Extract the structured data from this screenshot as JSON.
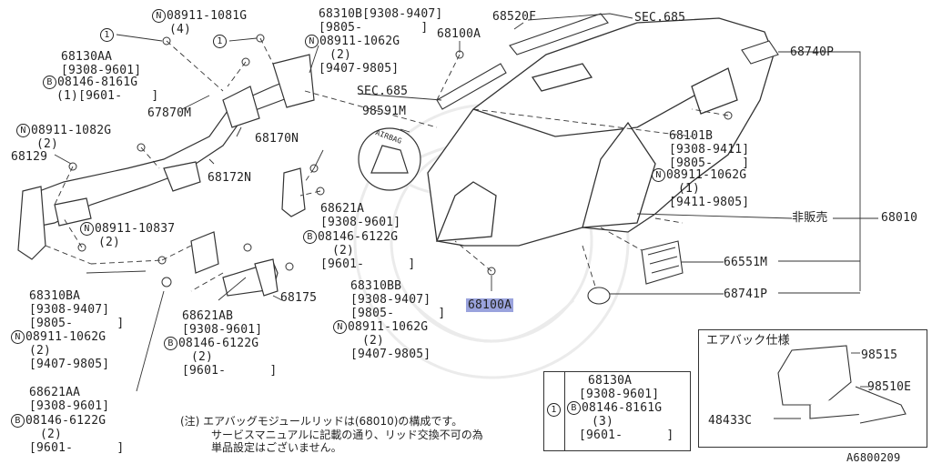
{
  "labels": {
    "l1_08911_1081G": "08911-1081G",
    "l1_qty4": "(4)",
    "l_68310B": "68310B[9308-9407]",
    "l_68310B_b": "[9805-        ]",
    "l_68310B_c": "08911-1062G",
    "l_68310B_d": "(2)",
    "l_68310B_e": "[9407-9805]",
    "l_68520F": "68520F",
    "l_sec685_top": "SEC.685",
    "l_68100A_top": "68100A",
    "l_68740P": "68740P",
    "l_68130AA": "68130AA",
    "l_68130AA_b": "[9308-9601]",
    "l_68130AA_c": "08146-8161G",
    "l_68130AA_d": "(1)[9601-    ]",
    "l_67870M": "67870M",
    "l_sec685_mid": "SEC.685",
    "l_98591M": "98591M",
    "l_airbag_text": "AIRBAG",
    "l_08911_1082G": "08911-1082G",
    "l_08911_1082G_b": "(2)",
    "l_68129": "68129",
    "l_68170N": "68170N",
    "l_68172N": "68172N",
    "l_68101B": "68101B",
    "l_68101B_b": "[9308-9411]",
    "l_68101B_c": "[9805-    ]",
    "l_68101B_d": "08911-1062G",
    "l_68101B_e": "(1)",
    "l_68101B_f": "[9411-9805]",
    "l_hihanbai": "非販売",
    "l_68010": "68010",
    "l_68621A": "68621A",
    "l_68621A_b": "[9308-9601]",
    "l_68621A_c": "08146-6122G",
    "l_68621A_d": "(2)",
    "l_68621A_e": "[9601-      ]",
    "l_08911_10837": "08911-10837",
    "l_08911_10837_b": "(2)",
    "l_66551M": "66551M",
    "l_68741P": "68741P",
    "l_68100A_hl": "68100A",
    "l_68310BA": "68310BA",
    "l_68310BA_b": "[9308-9407]",
    "l_68310BA_c": "[9805-      ]",
    "l_68310BA_d": "08911-1062G",
    "l_68310BA_e": "(2)",
    "l_68310BA_f": "[9407-9805]",
    "l_68175": "68175",
    "l_68310BB": "68310BB",
    "l_68310BB_b": "[9308-9407]",
    "l_68310BB_c": "[9805-      ]",
    "l_68310BB_d": "08911-1062G",
    "l_68310BB_e": "(2)",
    "l_68310BB_f": "[9407-9805]",
    "l_68621AB": "68621AB",
    "l_68621AB_b": "[9308-9601]",
    "l_68621AB_c": "08146-6122G",
    "l_68621AB_d": "(2)",
    "l_68621AB_e": "[9601-      ]",
    "l_68621AA": "68621AA",
    "l_68621AA_b": "[9308-9601]",
    "l_68621AA_c": "08146-6122G",
    "l_68621AA_d": "(2)",
    "l_68621AA_e": "[9601-      ]",
    "l_airbag_spec": "エアバック仕様",
    "l_98515": "98515",
    "l_98510E": "98510E",
    "l_48433C": "48433C",
    "l_box_68130A": "68130A",
    "l_box_68130A_b": "[9308-9601]",
    "l_box_68130A_c": "08146-8161G",
    "l_box_68130A_d": "(3)",
    "l_box_68130A_e": "[9601-      ]",
    "note_line1": "(注) エアバッグモジュールリッドは(68010)の構成です。",
    "note_line2": "サービスマニュアルに記載の通り、リッド交換不可の為",
    "note_line3": "単品設定はございません。",
    "diagram_id": "A6800209"
  },
  "markers": {
    "one": "1",
    "n": "N",
    "b": "B"
  },
  "colors": {
    "line": "#333333",
    "highlight": "#9aa3dd"
  }
}
